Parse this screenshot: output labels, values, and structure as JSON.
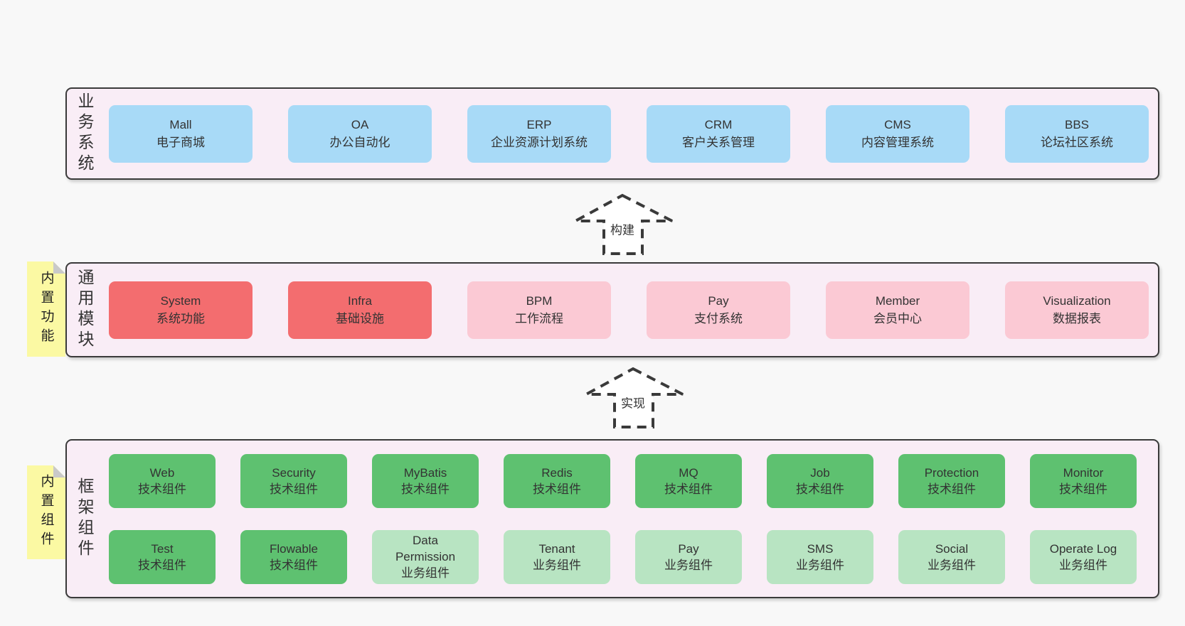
{
  "colors": {
    "page_bg": "#f8f8f8",
    "band_fill": "#f9edf6",
    "band_border": "#3a3a3a",
    "text": "#333333",
    "blue": "#a8daf7",
    "red": "#f36d6f",
    "pink": "#fbc9d4",
    "green_dark": "#5ec170",
    "green_light": "#b8e4c2",
    "sticky": "#fbf9a3",
    "sticky_fold": "#c9c9c9"
  },
  "arrows": [
    {
      "label": "构建"
    },
    {
      "label": "实现"
    }
  ],
  "bands": [
    {
      "label": "业务系统",
      "sticky": null,
      "box_rows": [
        [
          {
            "name": "Mall",
            "desc": "电子商城",
            "variant": "blue"
          },
          {
            "name": "OA",
            "desc": "办公自动化",
            "variant": "blue"
          },
          {
            "name": "ERP",
            "desc": "企业资源计划系统",
            "variant": "blue"
          },
          {
            "name": "CRM",
            "desc": "客户关系管理",
            "variant": "blue"
          },
          {
            "name": "CMS",
            "desc": "内容管理系统",
            "variant": "blue"
          },
          {
            "name": "BBS",
            "desc": "论坛社区系统",
            "variant": "blue"
          }
        ]
      ]
    },
    {
      "label": "通用模块",
      "sticky": "内置功能",
      "box_rows": [
        [
          {
            "name": "System",
            "desc": "系统功能",
            "variant": "red"
          },
          {
            "name": "Infra",
            "desc": "基础设施",
            "variant": "red"
          },
          {
            "name": "BPM",
            "desc": "工作流程",
            "variant": "pink"
          },
          {
            "name": "Pay",
            "desc": "支付系统",
            "variant": "pink"
          },
          {
            "name": "Member",
            "desc": "会员中心",
            "variant": "pink"
          },
          {
            "name": "Visualization",
            "desc": "数据报表",
            "variant": "pink"
          }
        ]
      ]
    },
    {
      "label": "框架组件",
      "sticky": "内置组件",
      "box_rows": [
        [
          {
            "name": "Web",
            "desc": "技术组件",
            "variant": "green_dark"
          },
          {
            "name": "Security",
            "desc": "技术组件",
            "variant": "green_dark"
          },
          {
            "name": "MyBatis",
            "desc": "技术组件",
            "variant": "green_dark"
          },
          {
            "name": "Redis",
            "desc": "技术组件",
            "variant": "green_dark"
          },
          {
            "name": "MQ",
            "desc": "技术组件",
            "variant": "green_dark"
          },
          {
            "name": "Job",
            "desc": "技术组件",
            "variant": "green_dark"
          },
          {
            "name": "Protection",
            "desc": "技术组件",
            "variant": "green_dark"
          },
          {
            "name": "Monitor",
            "desc": "技术组件",
            "variant": "green_dark"
          }
        ],
        [
          {
            "name": "Test",
            "desc": "技术组件",
            "variant": "green_dark"
          },
          {
            "name": "Flowable",
            "desc": "技术组件",
            "variant": "green_dark"
          },
          {
            "name": "Data Permission",
            "desc": "业务组件",
            "variant": "green_light"
          },
          {
            "name": "Tenant",
            "desc": "业务组件",
            "variant": "green_light"
          },
          {
            "name": "Pay",
            "desc": "业务组件",
            "variant": "green_light"
          },
          {
            "name": "SMS",
            "desc": "业务组件",
            "variant": "green_light"
          },
          {
            "name": "Social",
            "desc": "业务组件",
            "variant": "green_light"
          },
          {
            "name": "Operate Log",
            "desc": "业务组件",
            "variant": "green_light"
          }
        ]
      ]
    }
  ]
}
